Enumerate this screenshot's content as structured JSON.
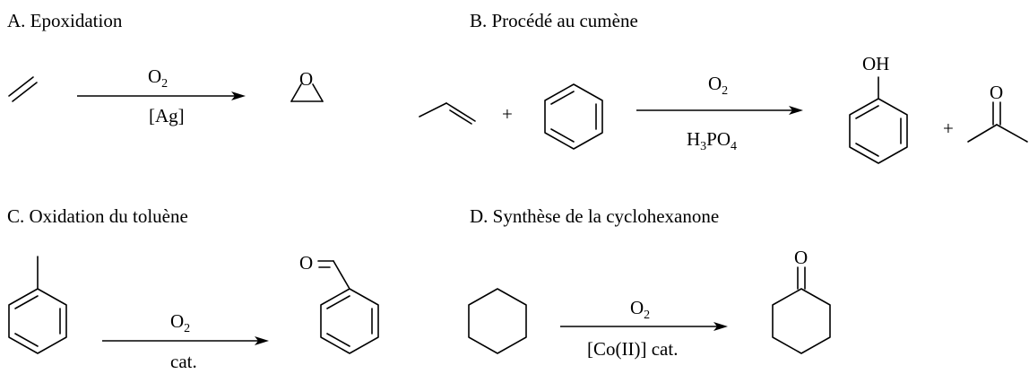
{
  "sections": {
    "a": {
      "title": "A. Epoxidation",
      "reagent_above": "O",
      "reagent_above_sub": "2",
      "reagent_below": "[Ag]",
      "product_atom": "O"
    },
    "b": {
      "title": "B. Procédé au cumène",
      "plus": "+",
      "reagent_above": "O",
      "reagent_above_sub": "2",
      "reagent_below_h": "H",
      "reagent_below_sub1": "3",
      "reagent_below_po": "PO",
      "reagent_below_sub2": "4",
      "phenol_label": "OH",
      "plus2": "+",
      "acetone_atom": "O"
    },
    "c": {
      "title": "C. Oxidation du toluène",
      "reagent_above": "O",
      "reagent_above_sub": "2",
      "reagent_below": "cat.",
      "aldehyde_atom": "O"
    },
    "d": {
      "title": "D. Synthèse de la cyclohexanone",
      "reagent_above": "O",
      "reagent_above_sub": "2",
      "reagent_below": "[Co(II)] cat.",
      "ketone_atom": "O"
    }
  }
}
